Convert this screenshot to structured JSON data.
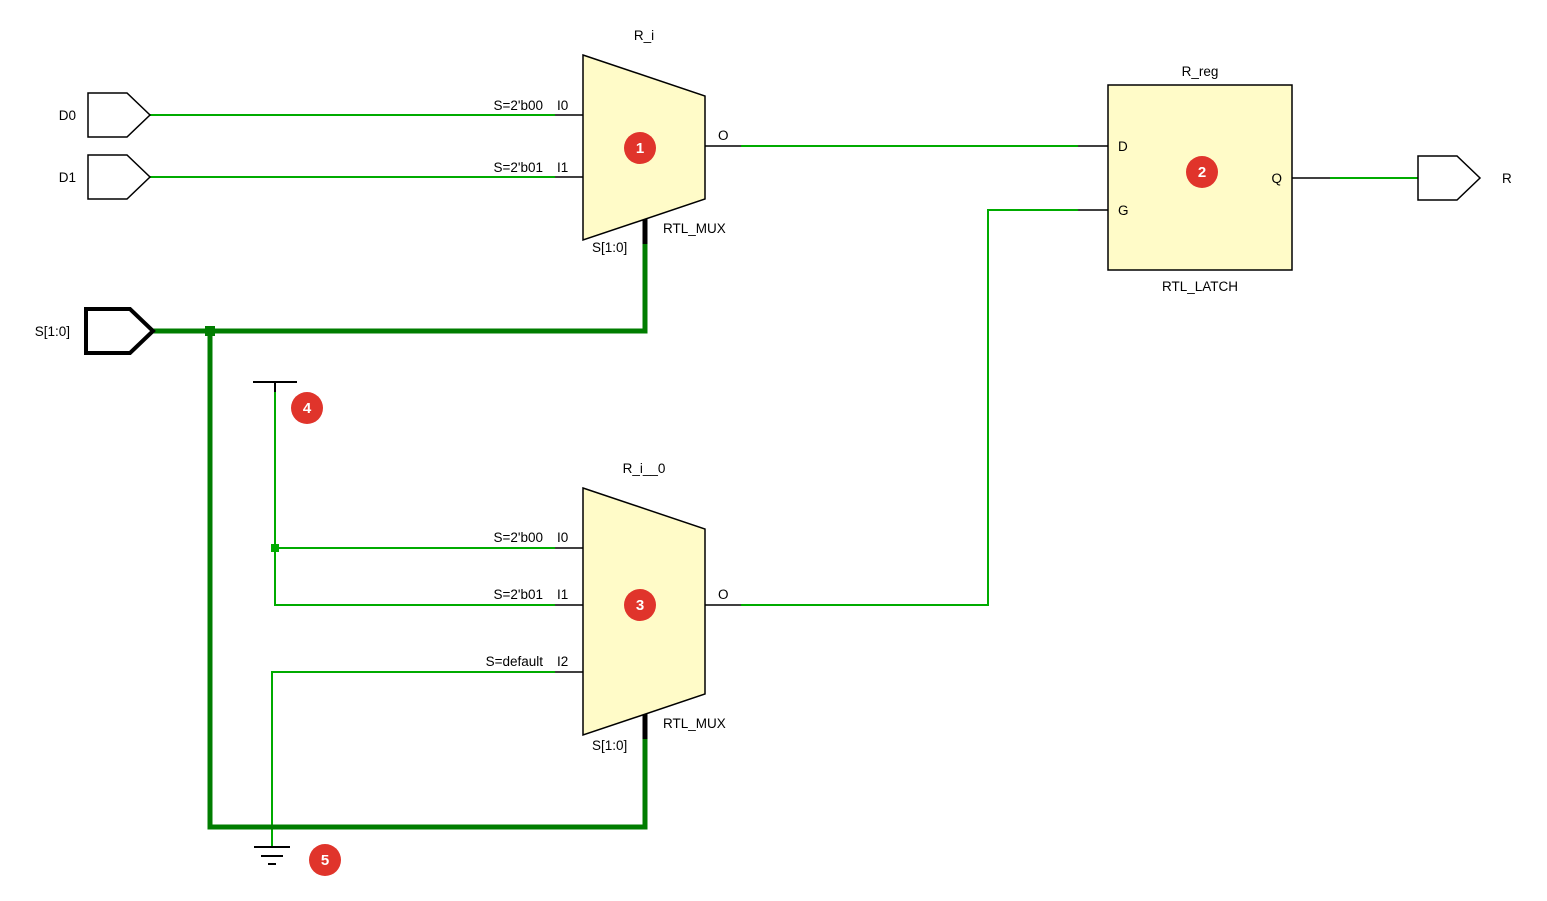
{
  "colors": {
    "net": "#00ab00",
    "bus": "#007d00",
    "component_fill": "#fffbc8",
    "component_stroke": "#000000",
    "port_fill": "#ffffff",
    "marker": "#e0342b",
    "marker_text": "#ffffff",
    "text": "#000000",
    "background": "#ffffff"
  },
  "ports": {
    "d0": {
      "label": "D0"
    },
    "d1": {
      "label": "D1"
    },
    "s": {
      "label": "S[1:0]"
    },
    "r": {
      "label": "R"
    }
  },
  "mux1": {
    "name": "R_i",
    "type": "RTL_MUX",
    "select_label": "S[1:0]",
    "marker": "1",
    "pins": {
      "i0": {
        "cond": "S=2'b00",
        "name": "I0"
      },
      "i1": {
        "cond": "S=2'b01",
        "name": "I1"
      },
      "o": {
        "name": "O"
      }
    }
  },
  "latch": {
    "name": "R_reg",
    "type": "RTL_LATCH",
    "marker": "2",
    "pins": {
      "d": "D",
      "g": "G",
      "q": "Q"
    }
  },
  "mux2": {
    "name": "R_i__0",
    "type": "RTL_MUX",
    "select_label": "S[1:0]",
    "marker": "3",
    "pins": {
      "i0": {
        "cond": "S=2'b00",
        "name": "I0"
      },
      "i1": {
        "cond": "S=2'b01",
        "name": "I1"
      },
      "i2": {
        "cond": "S=default",
        "name": "I2"
      },
      "o": {
        "name": "O"
      }
    }
  },
  "grounds": {
    "g4_marker": "4",
    "g5_marker": "5"
  }
}
